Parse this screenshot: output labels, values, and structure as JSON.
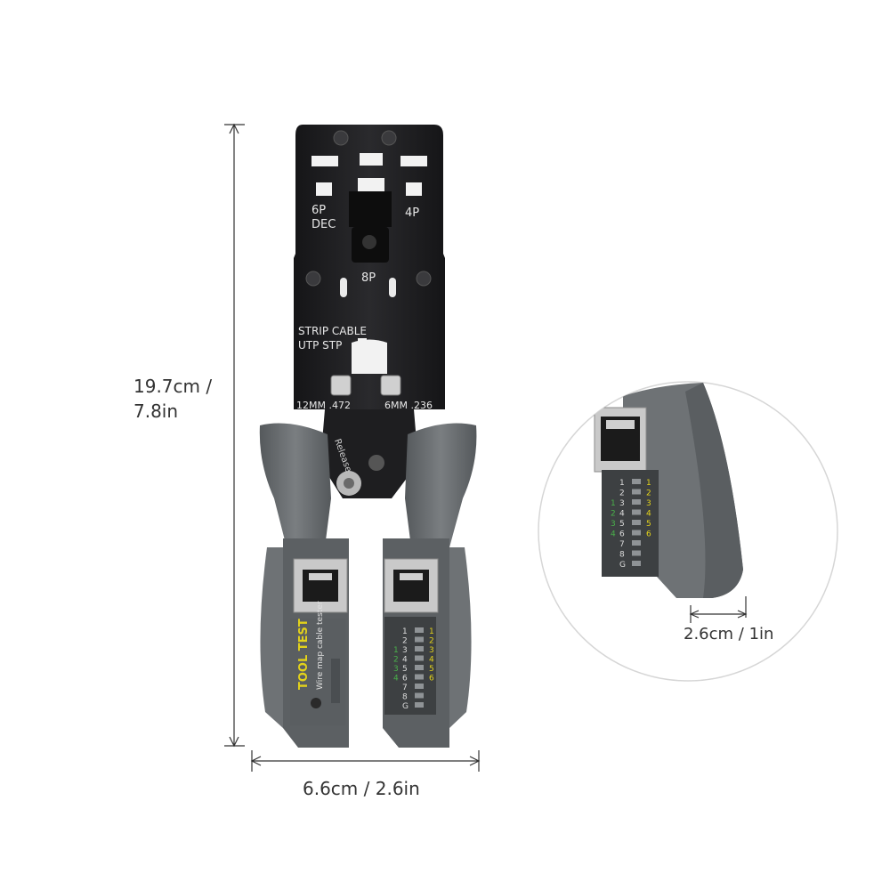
{
  "dimensions": {
    "height_line1": "19.7cm /",
    "height_line2": "7.8in",
    "width": "6.6cm / 2.6in",
    "detail_width": "2.6cm / 1in"
  },
  "tool_labels": {
    "die_6p": "6P",
    "die_dec": "DEC",
    "die_4p": "4P",
    "die_8p": "8P",
    "strip_cable": "STRIP CABLE",
    "utp_stp": "UTP STP",
    "size_12mm": "12MM .472",
    "size_6mm": "6MM .236",
    "release": "Release",
    "brand": "TOOL TEST",
    "tester_caption": "Wire map cable tester"
  },
  "led_numbers": [
    "1",
    "2",
    "3",
    "4",
    "5",
    "6",
    "7",
    "8",
    "G"
  ],
  "pair_numbers": [
    "1",
    "2",
    "3",
    "4"
  ],
  "lit_numbers": [
    "1",
    "2",
    "3",
    "4",
    "5",
    "6"
  ],
  "colors": {
    "tool_black": "#1c1c1e",
    "handle_gray": "#6e7275",
    "accent_yellow": "#e3d21a",
    "accent_green": "#49b04a"
  }
}
